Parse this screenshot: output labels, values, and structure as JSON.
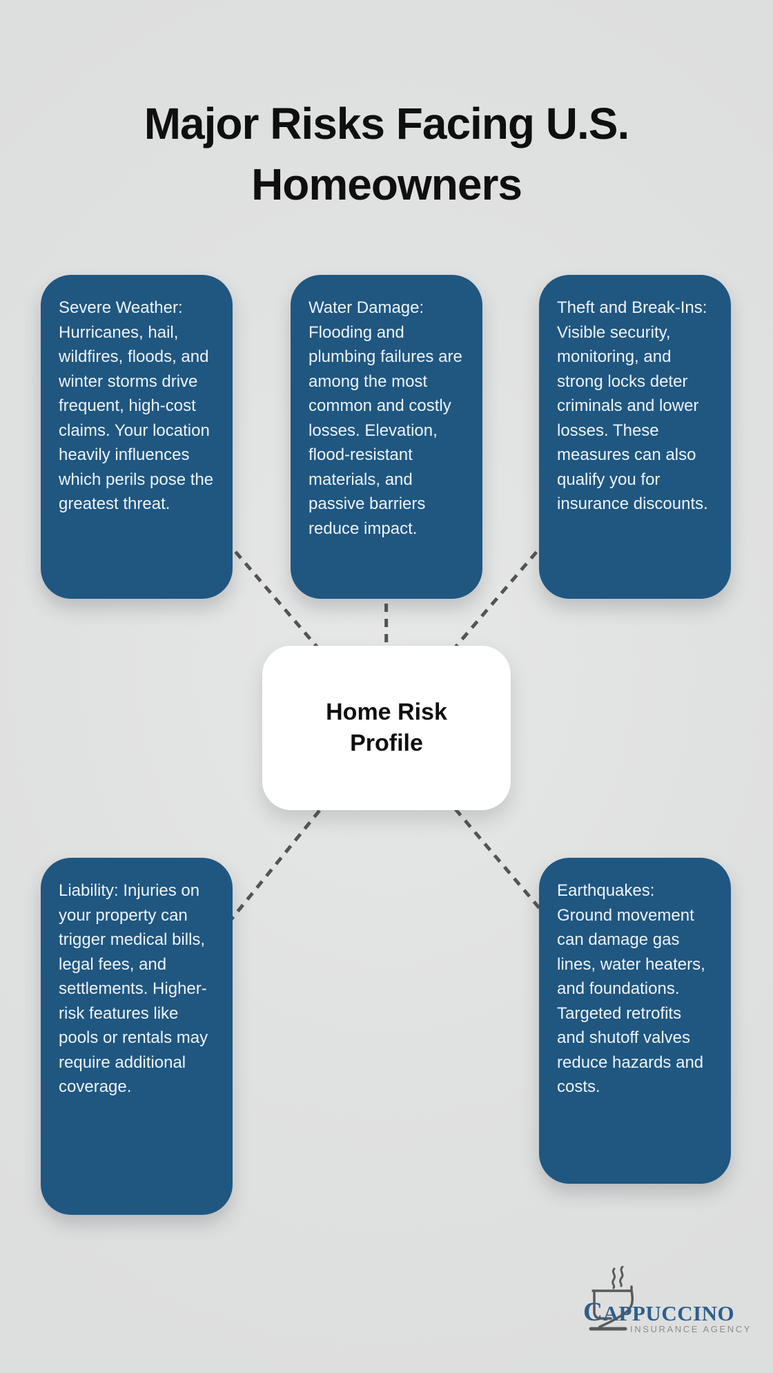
{
  "title": "Major Risks Facing U.S. Homeowners",
  "center": {
    "label": "Home Risk Profile"
  },
  "risks": [
    {
      "id": "severe-weather",
      "text": "Severe Weather: Hurricanes, hail, wildfires, floods, and winter storms drive frequent, high-cost claims. Your location heavily influences which perils pose the greatest threat."
    },
    {
      "id": "water-damage",
      "text": "Water Damage: Flooding and plumbing failures are among the most common and costly losses. Elevation, flood-resistant materials, and passive barriers reduce impact."
    },
    {
      "id": "theft-break-ins",
      "text": "Theft and Break-Ins: Visible security, monitoring, and strong locks deter criminals and lower losses. These measures can also qualify you for insurance discounts."
    },
    {
      "id": "liability",
      "text": "Liability: Injuries on your property can trigger medical bills, legal fees, and settlements. Higher-risk features like pools or rentals may require additional coverage."
    },
    {
      "id": "earthquakes",
      "text": "Earthquakes: Ground movement can damage gas lines, water heaters, and foundations. Targeted retrofits and shutoff valves reduce hazards and costs."
    }
  ],
  "logo": {
    "name": "CAPPUCCINO",
    "tagline": "INSURANCE AGENCY"
  },
  "colors": {
    "background": "#e0e1e1",
    "box_blue": "#1f5781",
    "box_text": "#eef3f8",
    "connector": "#545454",
    "title_text": "#0f0f0f",
    "logo_blue": "#2d5f8c",
    "logo_gray": "#8a8b8d",
    "cup_gray": "#58595b"
  }
}
